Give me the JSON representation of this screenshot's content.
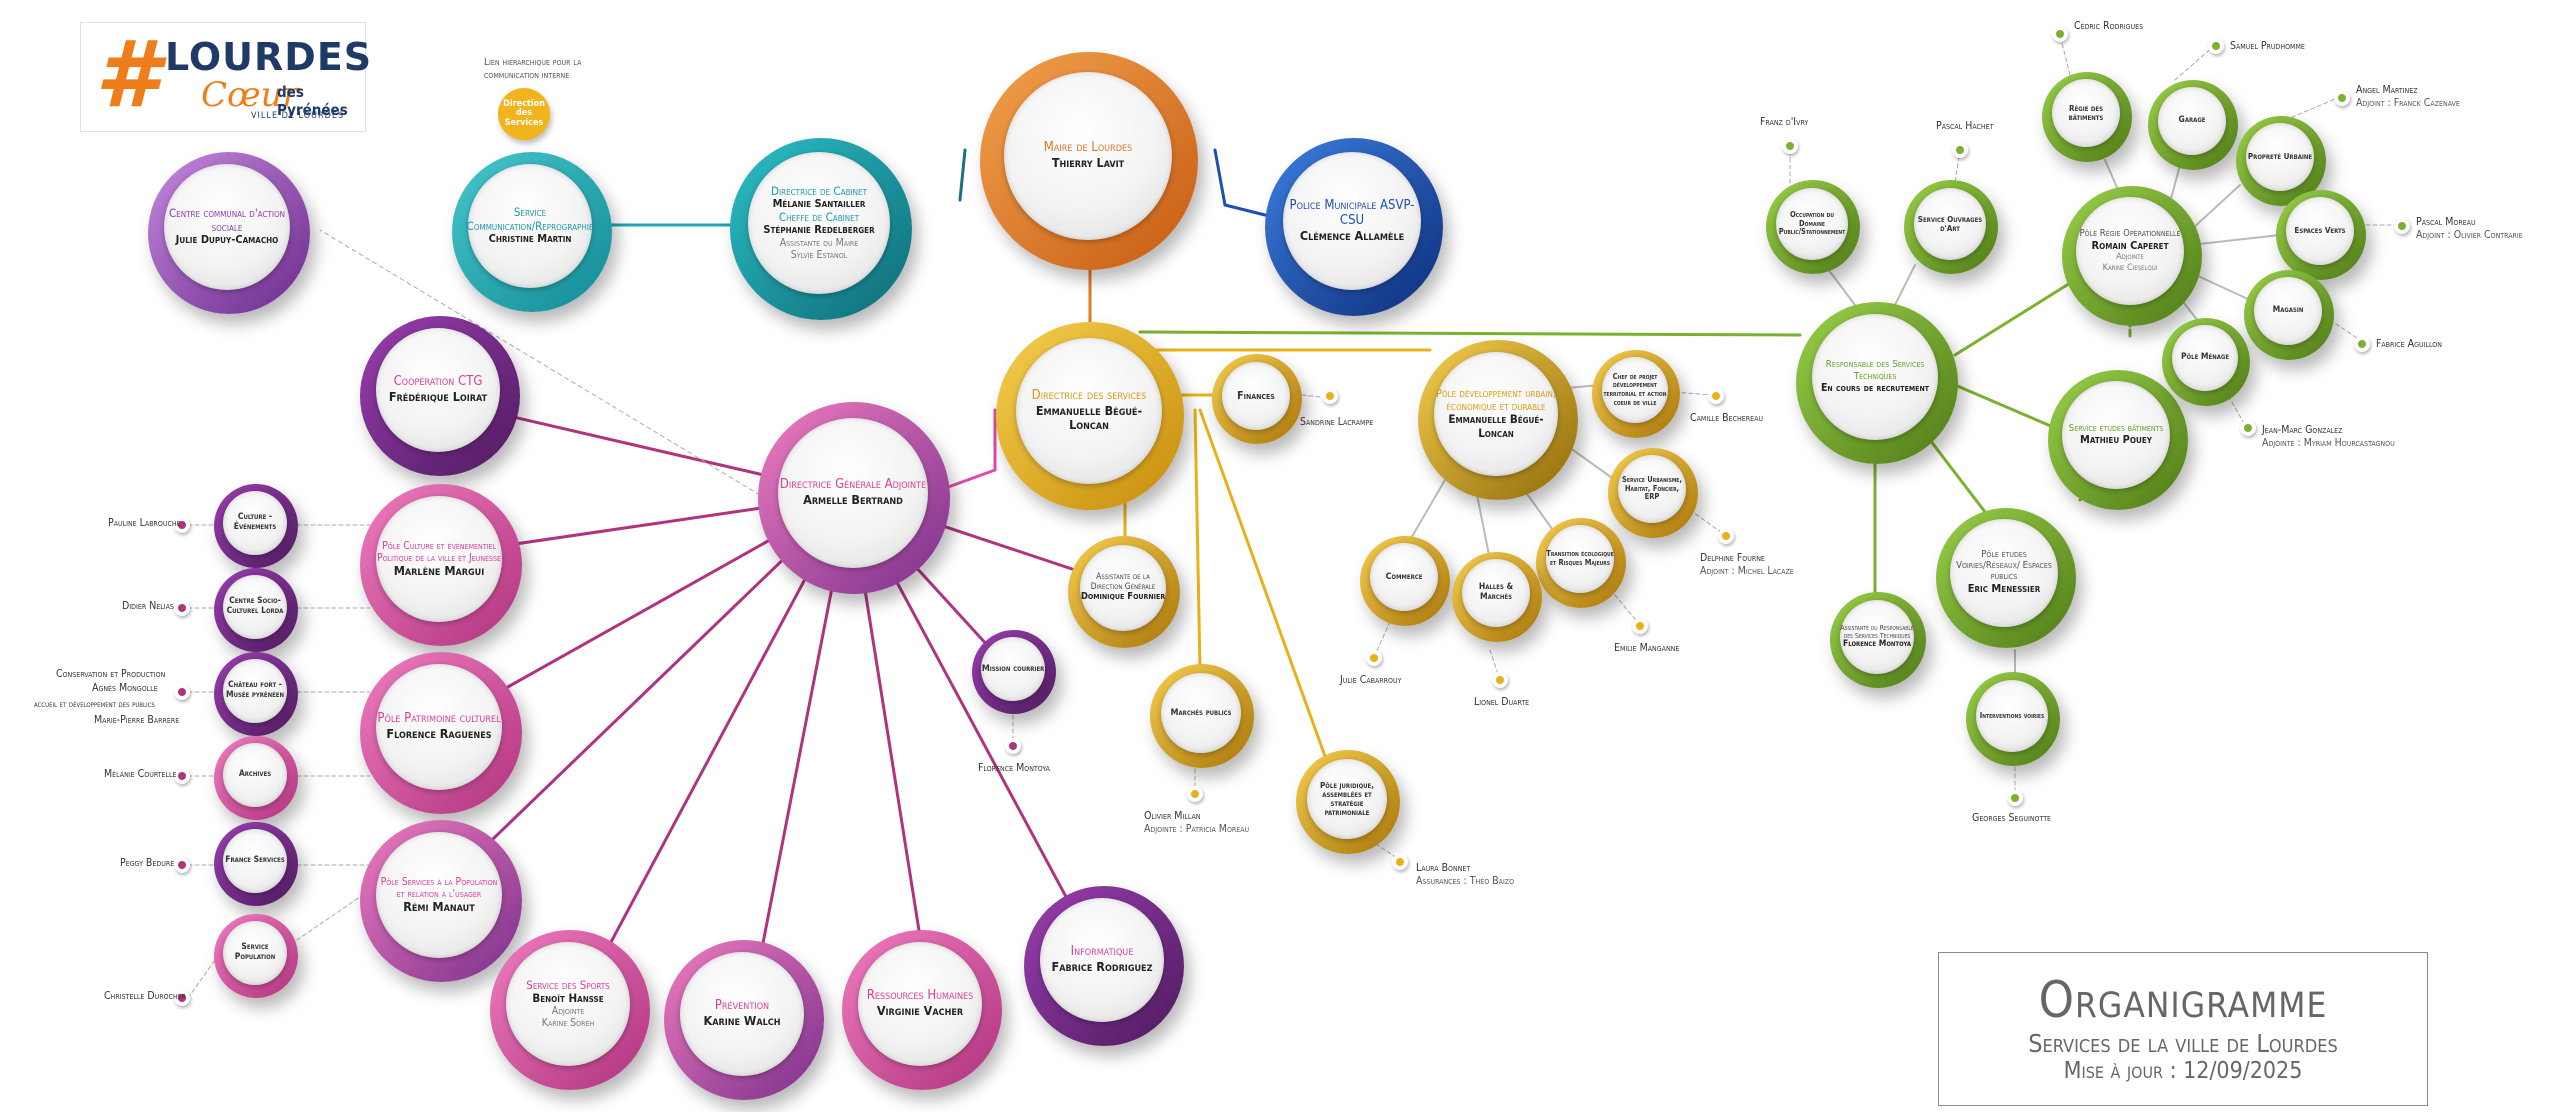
{
  "logo": {
    "hash": "#",
    "line1": "LOURDES",
    "line2": "Cœur",
    "line3": "des Pyrénées",
    "line4": "VILLE DE LOURDES"
  },
  "hint": {
    "text": "Lien hiérarchique pour la communication interne",
    "dir_label": "Direction des Services"
  },
  "title": {
    "main": "Organigramme",
    "sub": "Services de la ville de Lourdes",
    "update": "Mise à jour : 12/09/2025"
  },
  "colors": {
    "purple": "#7a2f8c",
    "pink": "#e04aa6",
    "teal": "#1fa5b0",
    "orange": "#e27a22",
    "blue": "#1d4fb0",
    "gold": "#e8b019",
    "green": "#7bb12e"
  },
  "nodes": {
    "maire": {
      "role": "Maire de Lourdes",
      "name": "Thierry Lavit"
    },
    "cabinet": {
      "role": "Directrice de Cabinet",
      "name": "Mélanie Santailler",
      "role2": "Cheffe de Cabinet",
      "name2": "Stéphanie Redelberger",
      "sub": "Assistante du Maire",
      "sub2": "Sylvie Estanol"
    },
    "police": {
      "role": "Police Municipale ASVP-CSU",
      "name": "Clémence Allamèle"
    },
    "communication": {
      "role": "Service Communication/Reprographie",
      "name": "Christine Martin"
    },
    "ccas": {
      "role": "Centre communal d'action sociale",
      "name": "Julie Dupuy-Camacho"
    },
    "dga": {
      "role": "Directrice Générale Adjointe",
      "name": "Armelle Bertrand"
    },
    "dgs": {
      "role": "Directrice des services",
      "name": "Emmanuelle Bégué-Loncan"
    },
    "ctg": {
      "role": "Coopération CTG",
      "name": "Frédérique Loirat"
    },
    "culture": {
      "role": "Pôle Culture et événementiel Politique de la ville et Jeunesse",
      "name": "Marlène Margui"
    },
    "patrimoine": {
      "role": "Pôle Patrimoine culturel",
      "name": "Florence Raguenes"
    },
    "population": {
      "role": "Pôle Services à la Population et relation à l'usager",
      "name": "Rémi Manaut"
    },
    "sports": {
      "role": "Service des Sports",
      "name": "Benoît Hansse",
      "sub": "Adjointe",
      "sub2": "Karine Soreh"
    },
    "prevention": {
      "role": "Prévention",
      "name": "Karine Walch"
    },
    "rh": {
      "role": "Ressources Humaines",
      "name": "Virginie Vacher"
    },
    "informatique": {
      "role": "Informatique",
      "name": "Fabrice Rodriguez"
    },
    "mission": {
      "label": "Mission courrier"
    },
    "evenements": {
      "label": "Culture - Événements"
    },
    "sociocult": {
      "label": "Centre Socio-Culturel Lorda"
    },
    "chateau": {
      "label": "Château fort - Musée pyrénéen"
    },
    "archives": {
      "label": "Archives"
    },
    "france_services": {
      "label": "France Services"
    },
    "service_pop": {
      "label": "Service Population"
    },
    "finances": {
      "label": "Finances"
    },
    "assistante_dg": {
      "label": "Assistante de la Direction Générale",
      "name": "Dominique Fournier"
    },
    "marches": {
      "label": "Marchés publics"
    },
    "juridique": {
      "label": "Pôle juridique, assemblées et stratégie patrimoniale"
    },
    "urbain": {
      "role": "Pôle développement urbain, économique et durable",
      "name": "Emmanuelle Bégué-Loncan"
    },
    "chef_projet": {
      "label": "Chef de projet développement territorial et action coeur de ville"
    },
    "urbanisme": {
      "label": "Service Urbanisme, Habitat, Foncier, ERP"
    },
    "transition": {
      "label": "Transition écologique et Risques Majeurs"
    },
    "commerce": {
      "label": "Commerce"
    },
    "halles": {
      "label": "Halles & Marchés"
    },
    "tech": {
      "role": "Responsable des Services Techniques",
      "name": "En cours de recrutement"
    },
    "occupation": {
      "label": "Occupation du Domaine Public/Stationnement"
    },
    "ouvrages": {
      "label": "Service Ouvrages d'Art"
    },
    "regie": {
      "role": "Pôle Régie Opérationnelle",
      "name": "Romain Caperet",
      "sub": "Adjointe",
      "sub2": "Karine Cieselqui"
    },
    "etudes_bat": {
      "role": "Service études bâtiments",
      "name": "Mathieu Pouey"
    },
    "voirie": {
      "role": "Pôle études Voiries/Réseaux/ Espaces publics",
      "name": "Eric Menessier"
    },
    "assist_tech": {
      "label": "Assistante du Responsable des Services Techniques",
      "name": "Florence Montoya"
    },
    "interventions": {
      "label": "Interventions voiries"
    },
    "reseau_bat": {
      "label": "Régie des bâtiments"
    },
    "garage": {
      "label": "Garage"
    },
    "proprete": {
      "label": "Propreté Urbaine"
    },
    "espaces_verts": {
      "label": "Espaces Verts"
    },
    "magasin": {
      "label": "Magasin"
    },
    "menage": {
      "label": "Pôle Ménage"
    }
  },
  "people": {
    "pauline": "Pauline Labrouche",
    "didier": "Didier Nelias",
    "conservation": "Conservation et Production",
    "agnes": "Agnès Mongolle",
    "accueil": "accueil et développement des publics",
    "marie": "Marie-Pierre Barrère",
    "melanie_c": "Mélanie Courtelle",
    "peggy": "Peggy Bedure",
    "christelle": "Christelle Durocher",
    "florence_m": "Florence Montoya",
    "sandrine": "Sandrine Lacrampe",
    "olivier": "Olivier Millan",
    "olivier_sub": "Adjointe : Patricia Moreau",
    "laura": "Laura Bonnet",
    "laura_sub": "Assurances : Théo Baizo",
    "camille": "Camille Bechereau",
    "delphine": "Delphine Fourne",
    "delphine_sub": "Adjoint : Michel Lacaze",
    "emilie": "Emilie Manganne",
    "julie_c": "Julie Cabarrouy",
    "lionel": "Lionel Duarte",
    "franz": "Franz d'Ivry",
    "pascal_h": "Pascal Hachet",
    "cedric": "Cédric Rodrigues",
    "samuel": "Samuel Prudhomme",
    "angel": "Angel Martinez",
    "angel_sub": "Adjoint : Franck Cazenave",
    "pascal_m": "Pascal Moreau",
    "pascal_m_sub": "Adjoint : Olivier Contrarie",
    "fabrice_a": "Fabrice Aguillon",
    "jean_marc": "Jean-Marc Gonzalez",
    "jean_marc_sub": "Adjointe : Myriam Hourcastagnou",
    "georges": "Georges Seguinotte"
  }
}
